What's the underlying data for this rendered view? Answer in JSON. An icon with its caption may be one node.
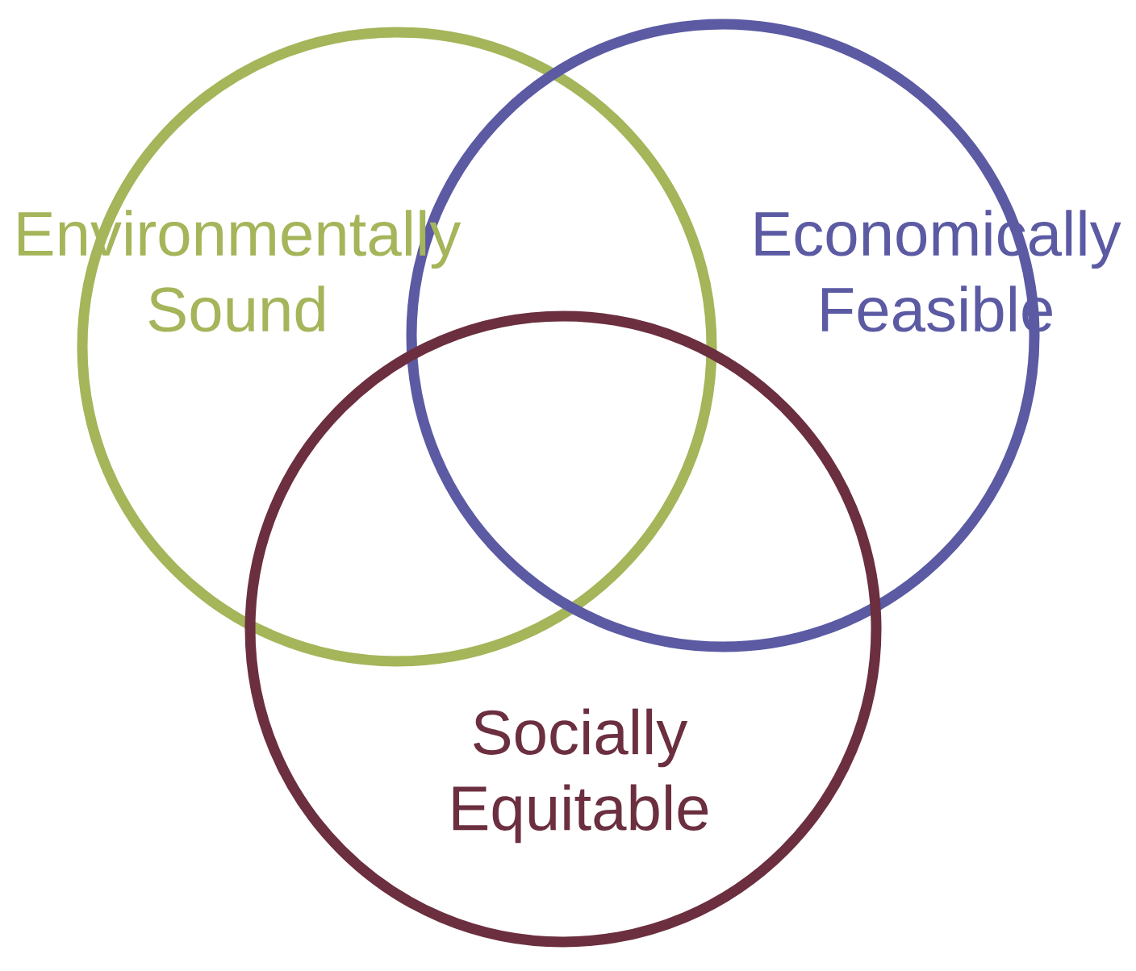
{
  "diagram": {
    "nodes": [
      {
        "text": [
          "Environmentally Sound"
        ]
      },
      {
        "text": [
          "Economically Feasible"
        ]
      },
      {
        "text": [
          "Socially Equitable"
        ]
      }
    ]
  }
}
